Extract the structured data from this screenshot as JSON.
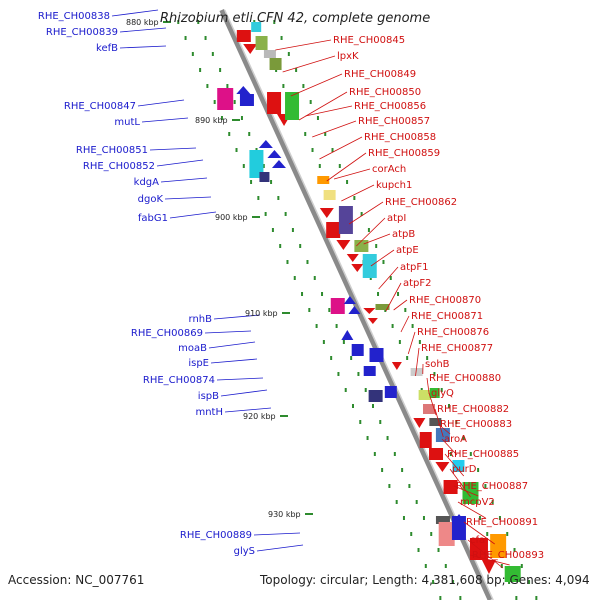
{
  "title": "Rhizobium etli CFN 42, complete genome",
  "footer": {
    "accession": "Accession: NC_007761",
    "summary": "Topology: circular; Length: 4,381,608 bp; Genes: 4,094"
  },
  "scale_marks": [
    "880 kbp",
    "890 kbp",
    "900 kbp",
    "910 kbp",
    "920 kbp",
    "930 kbp"
  ],
  "left_genes": [
    "RHE_CH00838",
    "RHE_CH00839",
    "kefB",
    "RHE_CH00847",
    "mutL",
    "RHE_CH00851",
    "RHE_CH00852",
    "kdgA",
    "dgoK",
    "fabG1",
    "rnhB",
    "RHE_CH00869",
    "moaB",
    "ispE",
    "RHE_CH00874",
    "ispB",
    "mntH",
    "RHE_CH00889",
    "glyS"
  ],
  "right_genes": [
    "RHE_CH00845",
    "lpxK",
    "RHE_CH00849",
    "RHE_CH00850",
    "RHE_CH00856",
    "RHE_CH00857",
    "RHE_CH00858",
    "RHE_CH00859",
    "corAch",
    "kupch1",
    "RHE_CH00862",
    "atpI",
    "atpB",
    "atpE",
    "atpF1",
    "atpF2",
    "RHE_CH00870",
    "RHE_CH00871",
    "RHE_CH00876",
    "RHE_CH00877",
    "sohB",
    "RHE_CH00880",
    "glyQ",
    "RHE_CH00882",
    "RHE_CH00883",
    "aroA",
    "RHE_CH00885",
    "purD",
    "RHE_CH00887",
    "mcpV2",
    "RHE_CH00891",
    "cfa",
    "RHE_CH00893"
  ],
  "colors": {
    "strand": "#8a8a8a",
    "left_label": "#1a1acc",
    "right_label": "#d01010",
    "tick": "#2e8b2e"
  }
}
